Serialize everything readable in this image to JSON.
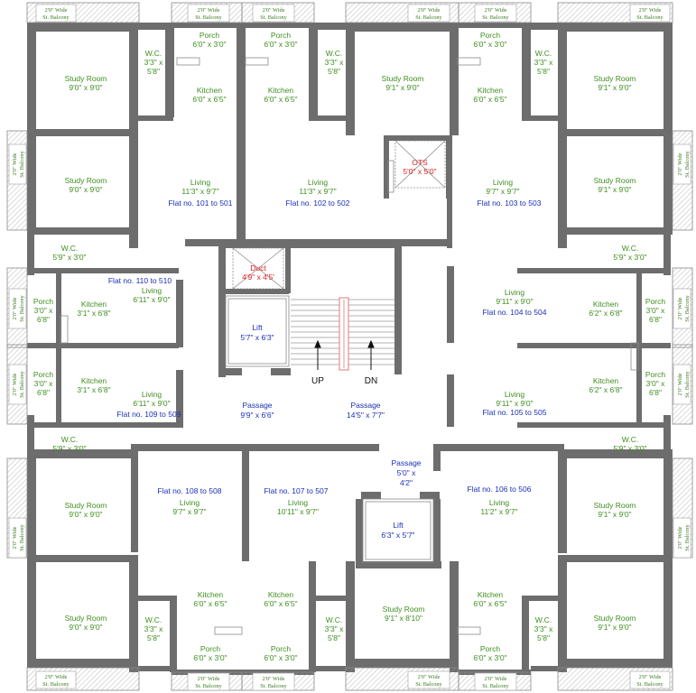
{
  "colors": {
    "wall": "#6d6d6d",
    "room_text": "#3f8f1f",
    "flat_text": "#1a2fb8",
    "shaft_text": "#e02020",
    "balcony_text": "#3a7a20"
  },
  "balcony": {
    "line1": "2'0\" Wide",
    "line2": "St. Balcony"
  },
  "rooms": [
    {
      "name": "Study Room",
      "size": "9'0\" x 9'0\""
    },
    {
      "name": "W.C.",
      "size": "3'3\" x 5'8\""
    },
    {
      "name": "Porch",
      "size": "6'0\" x 3'0\""
    },
    {
      "name": "Kitchen",
      "size": "6'0\" x 6'5\""
    },
    {
      "name": "Porch",
      "size": "6'0\" x 3'0\""
    },
    {
      "name": "Kitchen",
      "size": "6'0\" x 6'5\""
    },
    {
      "name": "W.C.",
      "size": "3'3\" x 5'8\""
    },
    {
      "name": "Study Room",
      "size": "9'1\" x 9'0\""
    },
    {
      "name": "Porch",
      "size": "6'0\" x 3'0\""
    },
    {
      "name": "Kitchen",
      "size": "6'0\" x 6'5\""
    },
    {
      "name": "W.C.",
      "size": "3'3\" x 5'8\""
    },
    {
      "name": "Study Room",
      "size": "9'1\" x 9'0\""
    },
    {
      "name": "Study Room",
      "size": "9'0\" x 9'0\""
    },
    {
      "name": "Living",
      "size": "11'3\" x 9'7\""
    },
    {
      "name": "Living",
      "size": "11'3\" x 9'7\""
    },
    {
      "name": "Living",
      "size": "9'7\" x 9'7\""
    },
    {
      "name": "Study Room",
      "size": "9'1\" x 9'0\""
    },
    {
      "name": "W.C.",
      "size": "5'9\" x 3'0\""
    },
    {
      "name": "W.C.",
      "size": "5'9\" x 3'0\""
    },
    {
      "name": "Living",
      "size": "6'11\" x 9'0\""
    },
    {
      "name": "Porch",
      "size": "3'0\" x 6'8\""
    },
    {
      "name": "Kitchen",
      "size": "3'1\" x 6'8\""
    },
    {
      "name": "Living",
      "size": "9'11\" x 9'0\""
    },
    {
      "name": "Kitchen",
      "size": "6'2\" x 6'8\""
    },
    {
      "name": "Porch",
      "size": "3'0\" x 6'8\""
    },
    {
      "name": "Porch",
      "size": "3'0\" x 6'8\""
    },
    {
      "name": "Kitchen",
      "size": "3'1\" x 6'8\""
    },
    {
      "name": "Living",
      "size": "6'11\" x 9'0\""
    },
    {
      "name": "Living",
      "size": "9'11\" x 9'0\""
    },
    {
      "name": "Kitchen",
      "size": "6'2\" x 6'8\""
    },
    {
      "name": "Porch",
      "size": "3'0\" x 6'8\""
    },
    {
      "name": "W.C.",
      "size": "5'9\" x 3'0\""
    },
    {
      "name": "W.C.",
      "size": "5'9\" x 3'0\""
    },
    {
      "name": "Study Room",
      "size": "9'0\" x 9'0\""
    },
    {
      "name": "Living",
      "size": "9'7\" x 9'7\""
    },
    {
      "name": "Living",
      "size": "10'11\" x 9'7\""
    },
    {
      "name": "Living",
      "size": "11'2\" x 9'7\""
    },
    {
      "name": "Study Room",
      "size": "9'1\" x 9'0\""
    },
    {
      "name": "Study Room",
      "size": "9'0\" x 9'0\""
    },
    {
      "name": "Kitchen",
      "size": "6'0\" x 6'5\""
    },
    {
      "name": "Kitchen",
      "size": "6'0\" x 6'5\""
    },
    {
      "name": "Study Room",
      "size": "9'1\" x 8'10\""
    },
    {
      "name": "Kitchen",
      "size": "6'0\" x 6'5\""
    },
    {
      "name": "Study Room",
      "size": "9'1\" x 9'0\""
    },
    {
      "name": "W.C.",
      "size": "3'3\" x 5'8\""
    },
    {
      "name": "Porch",
      "size": "6'0\" x 3'0\""
    },
    {
      "name": "Porch",
      "size": "6'0\" x 3'0\""
    },
    {
      "name": "W.C.",
      "size": "3'3\" x 5'8\""
    },
    {
      "name": "Porch",
      "size": "6'0\" x 3'0\""
    },
    {
      "name": "W.C.",
      "size": "3'3\" x 5'8\""
    }
  ],
  "flats": [
    "Flat no. 101 to 501",
    "Flat no. 102 to 502",
    "Flat no. 103 to 503",
    "Flat no. 110 to 510",
    "Flat no. 104 to 504",
    "Flat no. 109 to 509",
    "Flat no. 105 to 505",
    "Flat no. 108 to 508",
    "Flat no. 107 to 507",
    "Flat no. 106 to 506"
  ],
  "shafts": {
    "ots": {
      "name": "OTS",
      "size": "5'0\" x 5'0\""
    },
    "duct": {
      "name": "Duct",
      "size": "4'9\" x 4'5'"
    }
  },
  "lifts": [
    {
      "name": "Lift",
      "size": "5'7\" x 6'3\""
    },
    {
      "name": "Lift",
      "size": "6'3\" x 5'7\""
    }
  ],
  "passages": [
    {
      "name": "Passage",
      "size": "9'9\" x 6'6\""
    },
    {
      "name": "Passage",
      "size": "14'5\" x 7'7\""
    },
    {
      "name": "Passage",
      "size_line1": "5'0\" x",
      "size_line2": "4'2\""
    }
  ],
  "stairs": {
    "up": "UP",
    "down": "DN"
  }
}
